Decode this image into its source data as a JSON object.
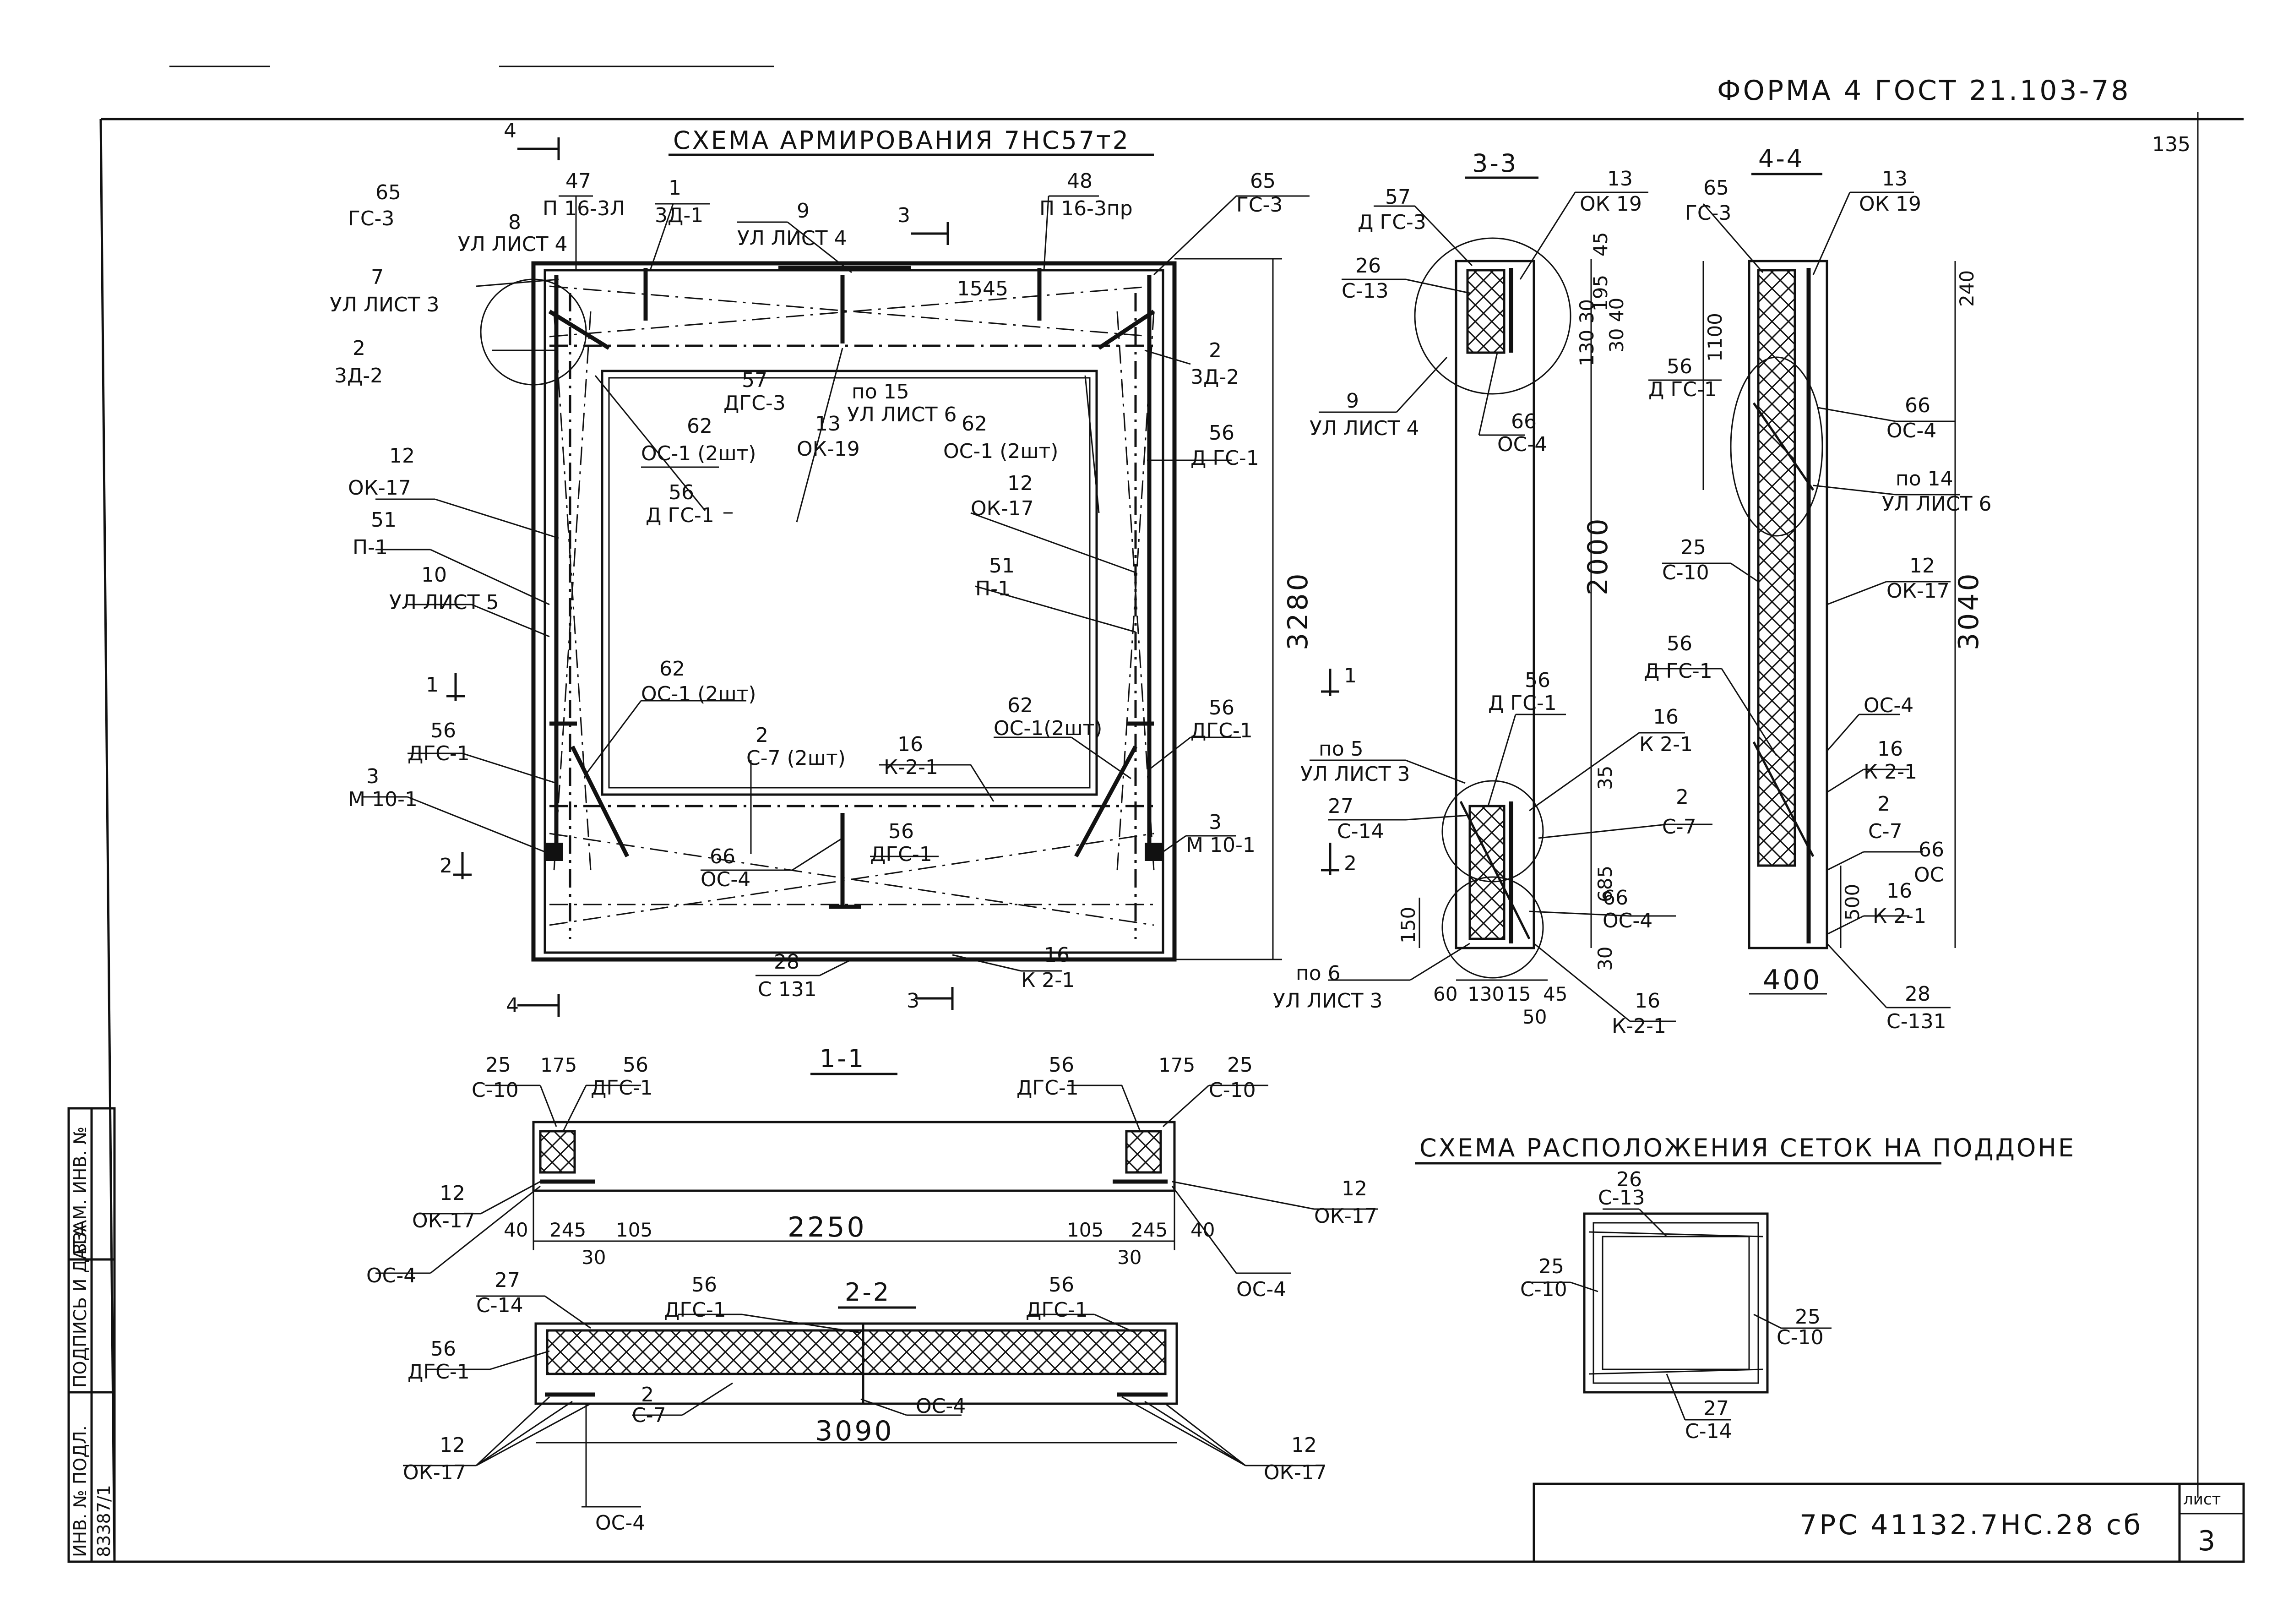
{
  "header": {
    "form": "ФОРМА 4  ГОСТ 21.103-78",
    "page_corner": "135"
  },
  "titles": {
    "main": "СХЕМА  АРМИРОВАНИЯ 7НС57т2",
    "sec33": "3-3",
    "sec44": "4-4",
    "sec11": "1-1",
    "sec22": "2-2",
    "nets": "СХЕМА РАСПОЛОЖЕНИЯ СЕТОК НА ПОДДОНЕ"
  },
  "title_block": {
    "code": "7РС 41132.7НС.28 сб",
    "sheet_label": "лист",
    "sheet_no": "3"
  },
  "side_stamp": {
    "c1": "ИНВ. № ПОДЛ.",
    "c2": "ПОДПИСЬ И ДАТА",
    "c3": "ВЗАМ. ИНВ. №",
    "inv": "83387/1"
  },
  "main_labels": {
    "l47": "47",
    "l47b": "П 16-3Л",
    "l1": "1",
    "l1b": "3Д-1",
    "l9": "9",
    "l9b": "УЛ ЛИСТ 4",
    "l48": "48",
    "l48b": "П 16-3пр",
    "l65a": "65",
    "l65ab": "ГС-3",
    "l65b": "65",
    "l65bb": "ГС-3",
    "l8": "8",
    "l8b": "УЛ ЛИСТ 4",
    "l7": "7",
    "l7b": "УЛ ЛИСТ 3",
    "l2a": "2",
    "l2ab": "3Д-2",
    "l2b": "2",
    "l2bb": "3Д-2",
    "l1545": "1545",
    "l57": "57",
    "l57b": "ДГС-3",
    "lp15": "по 15",
    "lp15b": "УЛ ЛИСТ 6",
    "l13": "13",
    "l13b": "ОК-19",
    "l62a": "62",
    "l62ab": "ОС-1 (2шт)",
    "l62b": "62",
    "l62bb": "ОС-1 (2шт)",
    "l62c": "62",
    "l62cb": "ОС-1 (2шт)",
    "l62d": "62",
    "l62db": "ОС-1(2шт)",
    "l12a": "12",
    "l12ab": "ОК-17",
    "l12b": "12",
    "l12bb": "ОК-17",
    "l56a": "56",
    "l56ab": "Д ГС-1",
    "l56b": "56",
    "l56bb": "Д ГС-1",
    "l56c": "56",
    "l56cb": "ДГС-1",
    "l56d": "56",
    "l56db": "ДГС-1",
    "l56e": "56",
    "l56eb": "ДГС-1",
    "l51a": "51",
    "l51ab": "П-1",
    "l51b": "51",
    "l51bb": "П-1",
    "l10": "10",
    "l10b": "УЛ ЛИСТ 5",
    "l3a": "3",
    "l3ab": "М 10-1",
    "l3b": "3",
    "l3bb": "М 10-1",
    "l2c": "2",
    "l2cb": "С-7 (2шт)",
    "l16a": "16",
    "l16ab": "К-2-1",
    "l16b": "16",
    "l16bb": "К 2-1",
    "l66": "66",
    "l66b": "ОС-4",
    "l28": "28",
    "l28b": "С 131",
    "l3280": "3280",
    "sec1": "1",
    "sec2": "2",
    "sec3a": "3",
    "sec3b": "3",
    "sec4a": "4",
    "sec4b": "4"
  },
  "s33_labels": {
    "l57": "57",
    "l57b": "Д ГС-3",
    "l13": "13",
    "l13b": "ОК 19",
    "l26": "26",
    "l26b": "С-13",
    "l9": "9",
    "l9b": "УЛ ЛИСТ 4",
    "l66": "66",
    "l66b": "ОС-4",
    "l56": "56",
    "l56b": "Д ГС-1",
    "lp5": "по 5",
    "lp5b": "УЛ ЛИСТ 3",
    "l16a": "16",
    "l16ab": "К 2-1",
    "l27": "27",
    "l27b": "С-14",
    "l2": "2",
    "l2b": "С-7",
    "l66c": "66",
    "l66cb": "ОС-4",
    "lp6": "по 6",
    "lp6b": "УЛ ЛИСТ 3",
    "l16b": "16",
    "l16bb": "К-2-1",
    "d45": "45",
    "d195": "195",
    "d3040": "30 40",
    "d130": "130 30",
    "d2000": "2000",
    "d35": "35",
    "d685": "685",
    "d30": "30",
    "d150": "150",
    "d60": "60",
    "d130b": "130",
    "d15": "15",
    "d45b": "45",
    "d50": "50",
    "sec1": "1",
    "sec2": "2"
  },
  "s44_labels": {
    "l65": "65",
    "l65b": "ГС-3",
    "l13": "13",
    "l13b": "ОК 19",
    "l56a": "56",
    "l56ab": "Д ГС-1",
    "l66a": "66",
    "l66ab": "ОС-4",
    "lp14": "по 14",
    "lp14b": "УЛ ЛИСТ 6",
    "l25": "25",
    "l25b": "С-10",
    "l12": "12",
    "l12b": "ОК-17",
    "l56b": "56",
    "l56bb": "Д ГС-1",
    "l0c4": "ОС-4",
    "l16a": "16",
    "l16ab": "К 2-1",
    "l2": "2",
    "l2b": "С-7",
    "l66b": "66",
    "l66bb": "ОС",
    "l16b": "16",
    "l16bb": "К 2-1",
    "l28": "28",
    "l28b": "С-131",
    "d240": "240",
    "d1100": "1100",
    "d3040": "3040",
    "d500": "500",
    "d400": "400"
  },
  "s11_labels": {
    "l25a": "25",
    "l25ab": "С-10",
    "l56a": "56",
    "l56ab": "ДГС-1",
    "l56b": "56",
    "l56bb": "ДГС-1",
    "l25b": "25",
    "l25bb": "С-10",
    "l12a": "12",
    "l12ab": "ОК-17",
    "l12b": "12",
    "l12bb": "ОК-17",
    "loc4a": "ОС-4",
    "loc4b": "ОС-4",
    "d175a": "175",
    "d175b": "175",
    "d40a": "40",
    "d245a": "245",
    "d105a": "105",
    "d2250": "2250",
    "d105b": "105",
    "d245b": "245",
    "d40b": "40",
    "d30a": "30",
    "d30b": "30"
  },
  "s22_labels": {
    "l27": "27",
    "l27b": "С-14",
    "l56a": "56",
    "l56ab": "ДГС-1",
    "l56b": "56",
    "l56bb": "ДГС-1",
    "l56c": "56",
    "l56cb": "ДГС-1",
    "l2": "2",
    "l2b": "С-7",
    "loc4": "ОС-4",
    "d3090": "3090",
    "l12a": "12",
    "l12ab": "ОК-17",
    "l12b": "12",
    "l12bb": "ОК-17",
    "loc4b": "ОС-4"
  },
  "nets_labels": {
    "l26": "26",
    "l26b": "С-13",
    "l25a": "25",
    "l25ab": "С-10",
    "l25b": "25",
    "l25bb": "С-10",
    "l27": "27",
    "l27b": "С-14"
  }
}
